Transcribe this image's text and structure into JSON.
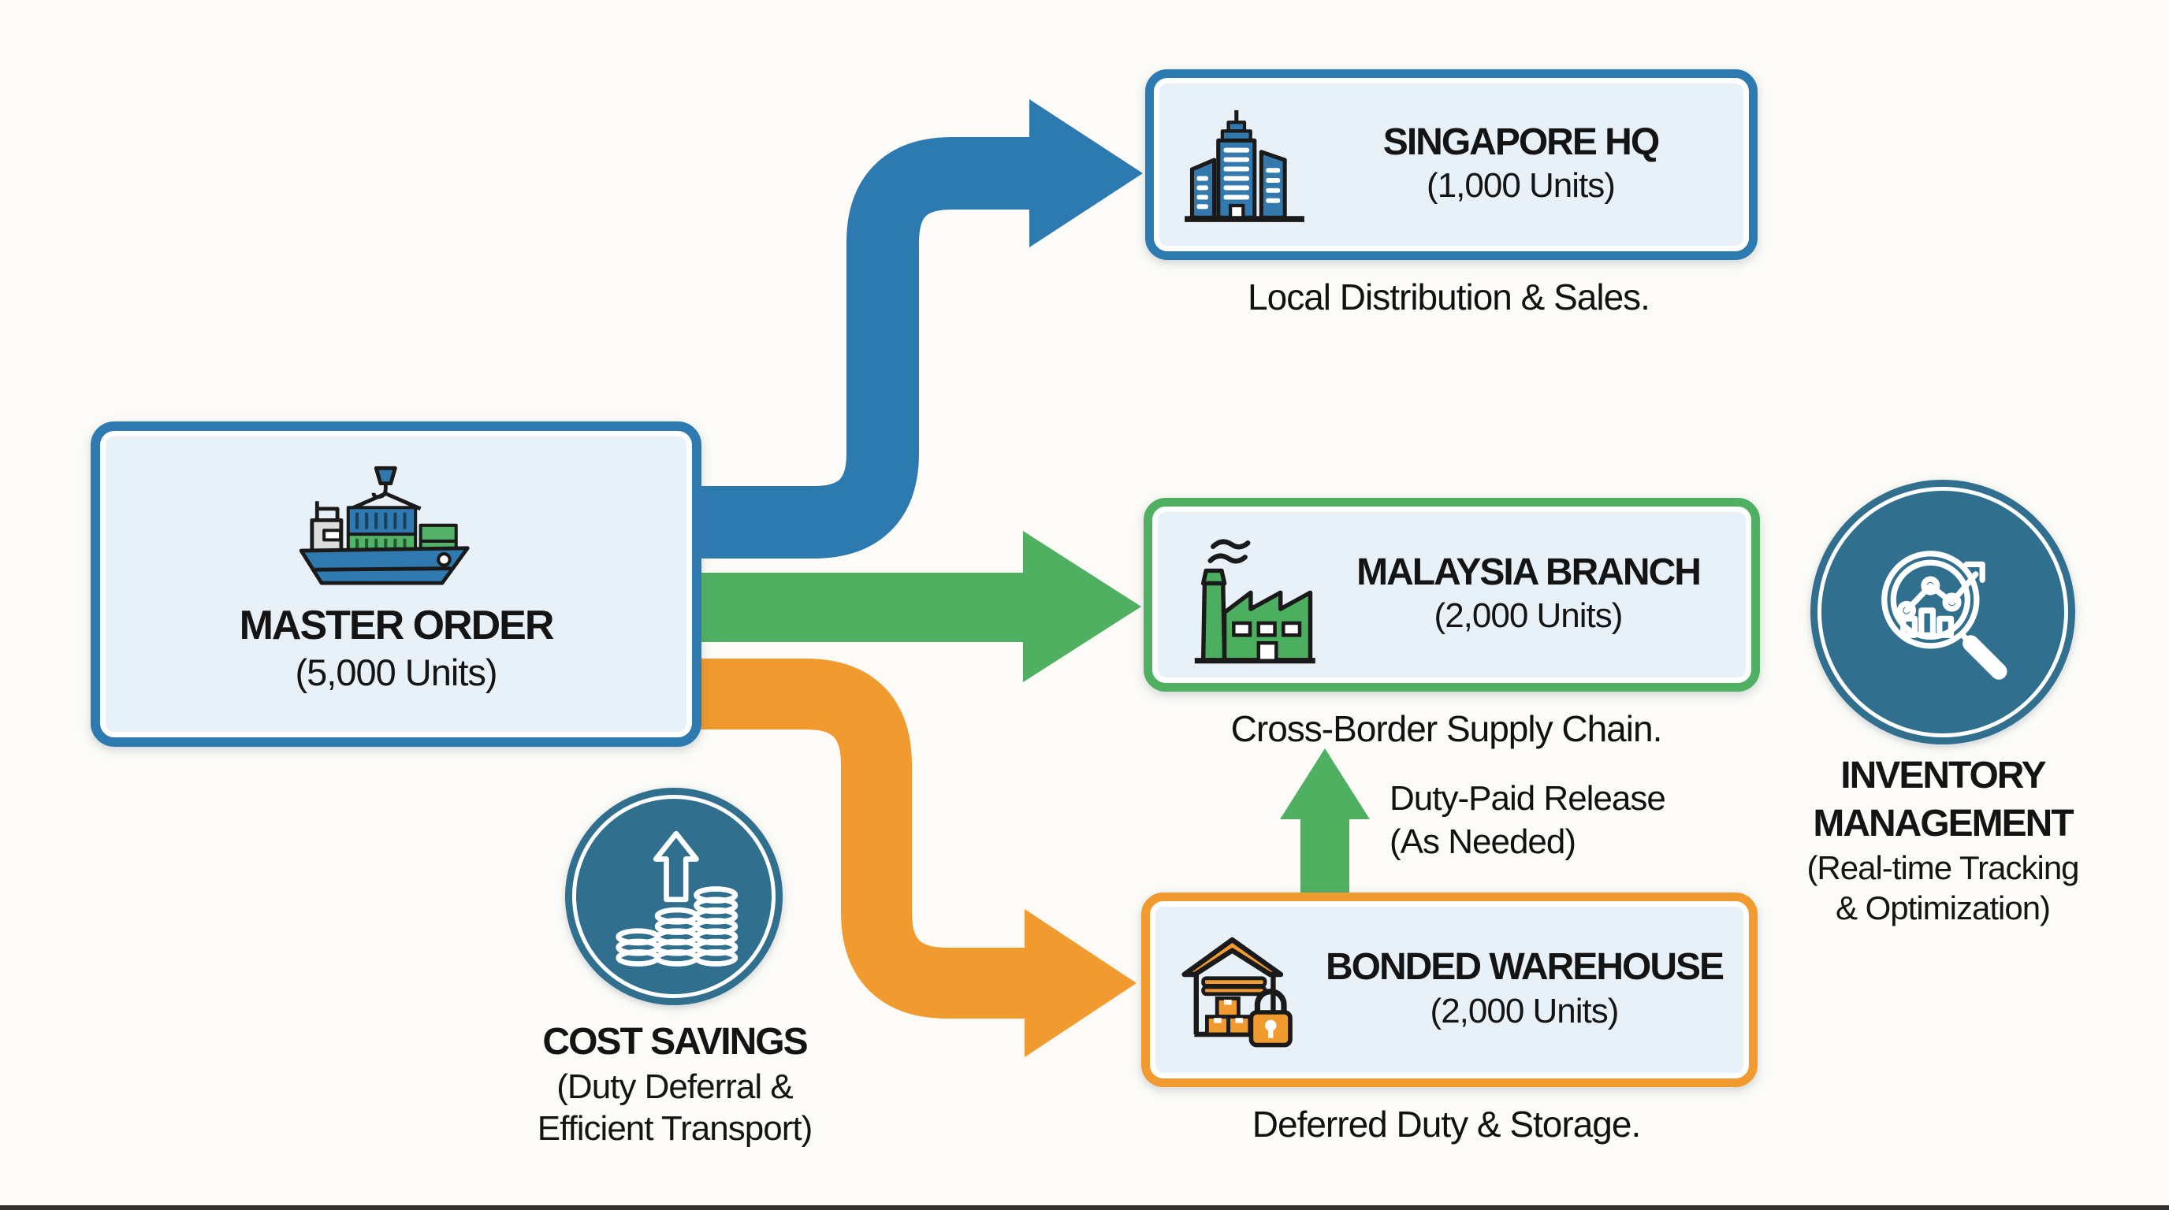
{
  "colors": {
    "blue": "#2d7ab1",
    "green": "#4fb061",
    "orange": "#f09a2f",
    "teal_badge": "#306f8e",
    "box_fill": "#e9f1f8",
    "ink": "#141414",
    "background": "#fcfbf7"
  },
  "master": {
    "title": "MASTER ORDER",
    "units": "(5,000 Units)"
  },
  "boxes": {
    "singapore": {
      "title": "SINGAPORE HQ",
      "units": "(1,000 Units)",
      "caption": "Local Distribution & Sales."
    },
    "malaysia": {
      "title": "MALAYSIA BRANCH",
      "units": "(2,000 Units)",
      "caption": "Cross-Border Supply Chain."
    },
    "bonded": {
      "title": "BONDED WAREHOUSE",
      "units": "(2,000 Units)",
      "caption": "Deferred Duty & Storage."
    }
  },
  "annotations": {
    "duty_release_line1": "Duty-Paid Release",
    "duty_release_line2": "(As Needed)"
  },
  "badges": {
    "cost_savings": {
      "title": "COST SAVINGS",
      "sub1": "(Duty Deferral &",
      "sub2": "Efficient Transport)"
    },
    "inventory": {
      "title1": "INVENTORY",
      "title2": "MANAGEMENT",
      "sub1": "(Real-time Tracking",
      "sub2": "& Optimization)"
    }
  }
}
